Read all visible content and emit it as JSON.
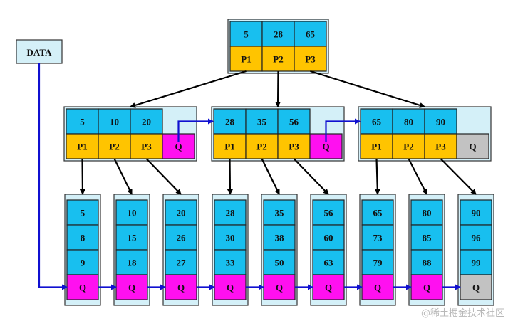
{
  "data_label": "DATA",
  "root": {
    "keys": [
      "5",
      "28",
      "65"
    ],
    "pointers": [
      "P1",
      "P2",
      "P3"
    ]
  },
  "internal_nodes": [
    {
      "keys": [
        "5",
        "10",
        "20"
      ],
      "pointers": [
        "P1",
        "P2",
        "P3"
      ],
      "next": "Q"
    },
    {
      "keys": [
        "28",
        "35",
        "56"
      ],
      "pointers": [
        "P1",
        "P2",
        "P3"
      ],
      "next": "Q"
    },
    {
      "keys": [
        "65",
        "80",
        "90"
      ],
      "pointers": [
        "P1",
        "P2",
        "P3"
      ],
      "next": "Q"
    }
  ],
  "leaf_nodes": [
    {
      "keys": [
        "5",
        "8",
        "9"
      ],
      "next": "Q"
    },
    {
      "keys": [
        "10",
        "15",
        "18"
      ],
      "next": "Q"
    },
    {
      "keys": [
        "20",
        "26",
        "27"
      ],
      "next": "Q"
    },
    {
      "keys": [
        "28",
        "30",
        "33"
      ],
      "next": "Q"
    },
    {
      "keys": [
        "35",
        "38",
        "50"
      ],
      "next": "Q"
    },
    {
      "keys": [
        "56",
        "60",
        "63"
      ],
      "next": "Q"
    },
    {
      "keys": [
        "65",
        "73",
        "79"
      ],
      "next": "Q"
    },
    {
      "keys": [
        "80",
        "85",
        "88"
      ],
      "next": "Q"
    },
    {
      "keys": [
        "90",
        "96",
        "99"
      ],
      "next": "Q"
    }
  ],
  "colors": {
    "key_cell": "#18bfef",
    "pointer_cell": "#ffc400",
    "next_pointer": "#ff10f0",
    "null_pointer": "#c2c2c2",
    "node_background": "#d4f0f8",
    "arrow_black": "#000000",
    "arrow_blue": "#1010d0"
  },
  "watermark": "@稀土掘金技术社区"
}
